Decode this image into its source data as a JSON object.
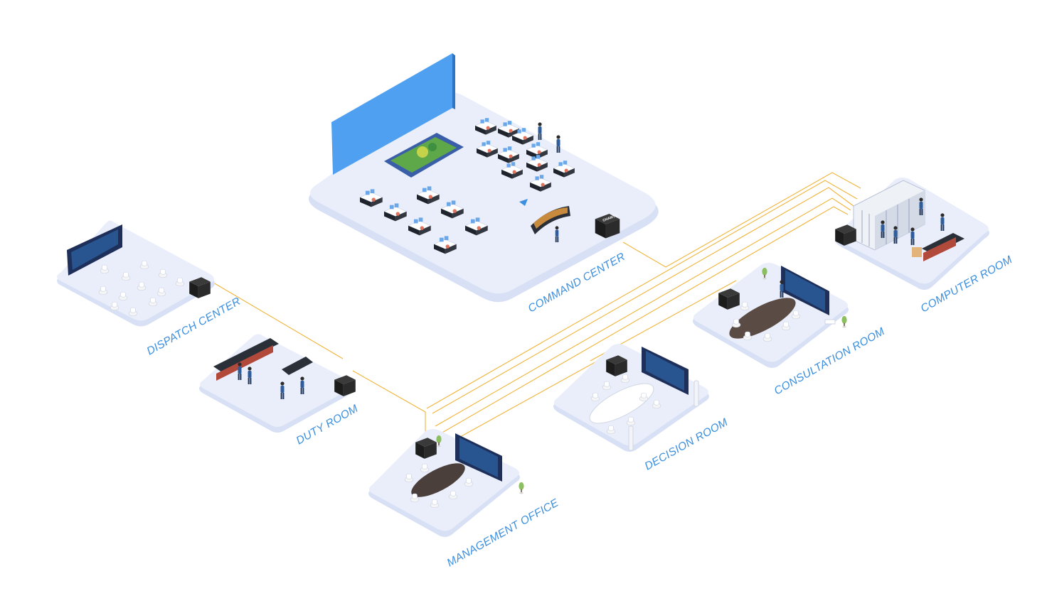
{
  "diagram": {
    "background": "#ffffff",
    "platform_color": "#e9eefa",
    "platform_edge_color": "#d7e0f4",
    "link_color": "#f0b43a",
    "label_color": "#3b8fe0",
    "device_label": "CHAMTU",
    "rooms": {
      "command_center": {
        "label": "COMMAND CENTER"
      },
      "dispatch_center": {
        "label": "DISPATCH CENTER"
      },
      "duty_room": {
        "label": "DUTY ROOM"
      },
      "management_office": {
        "label": "MANAGEMENT OFFICE"
      },
      "decision_room": {
        "label": "DECISION ROOM"
      },
      "consultation_room": {
        "label": "CONSULTATION ROOM"
      },
      "computer_room": {
        "label": "COMPUTER ROOM"
      }
    }
  }
}
